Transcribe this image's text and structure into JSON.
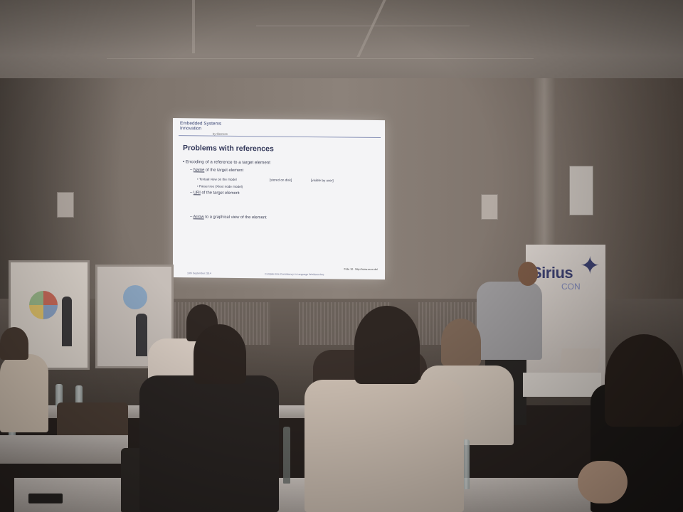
{
  "slide": {
    "header_line1": "Embedded Systems",
    "header_line2": "Innovation",
    "header_sub": "by Siemens",
    "title": "Problems with references",
    "bullet_main": "Encoding of a reference to a target element",
    "sub1_prefix": "Name",
    "sub1_suffix": " of the target element",
    "subsub1": "Textual view on the model",
    "tag_disk": "[stored on disk]",
    "tag_user": "[visible by user]",
    "subsub2": "Parse tree (Xtext node model)",
    "sub2_prefix": "URI",
    "sub2_suffix": " of the target element",
    "sub3_prefix": "Arrow",
    "sub3_suffix": " to a graphical view of the element",
    "footer_left": "10th September 2014",
    "footer_center": "Compile-time Consistency in Language Workbenches",
    "footer_right": "Folie 10 · http://www.es-m.de/"
  },
  "banner": {
    "brand_text": "Sirius",
    "brand_sub": "CON"
  }
}
